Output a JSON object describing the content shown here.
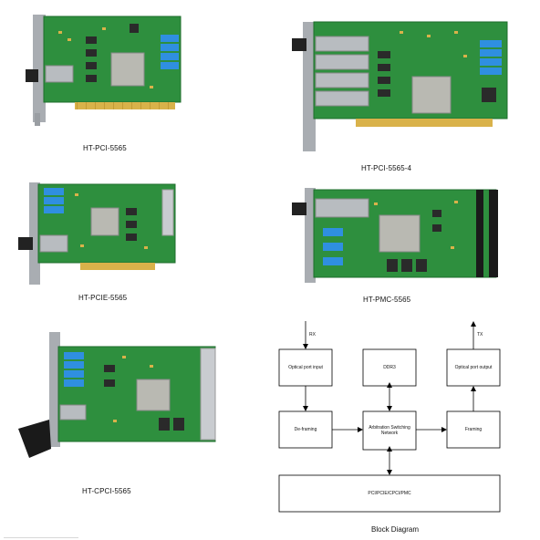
{
  "products": [
    {
      "id": "pci",
      "caption": "HT-PCI-5565"
    },
    {
      "id": "pci4",
      "caption": "HT-PCI-5565-4"
    },
    {
      "id": "pcie",
      "caption": "HT-PCIE-5565"
    },
    {
      "id": "pmc",
      "caption": "HT-PMC-5565"
    },
    {
      "id": "cpci",
      "caption": "HT-CPCI-5565"
    }
  ],
  "block_diagram": {
    "title": "Block Diagram",
    "rx_label": "RX",
    "tx_label": "TX",
    "blocks": {
      "optical_input": "Optical port input",
      "ddr": "DDR3",
      "optical_output": "Optical port output",
      "deframing": "De-framing",
      "arbitration": "Arbitration Switching\nNetwork",
      "framing": "Framing",
      "bus": "PCI/PCIE/CPCI/PMC"
    }
  },
  "colors": {
    "pcb": "#2e8f3e",
    "pcb_dark": "#1f6e2c",
    "gold": "#d9b24a",
    "chip": "#2a2a2a",
    "fpga": "#b9b9b2",
    "switch": "#2f8fe0",
    "bracket": "#a9adb2"
  }
}
